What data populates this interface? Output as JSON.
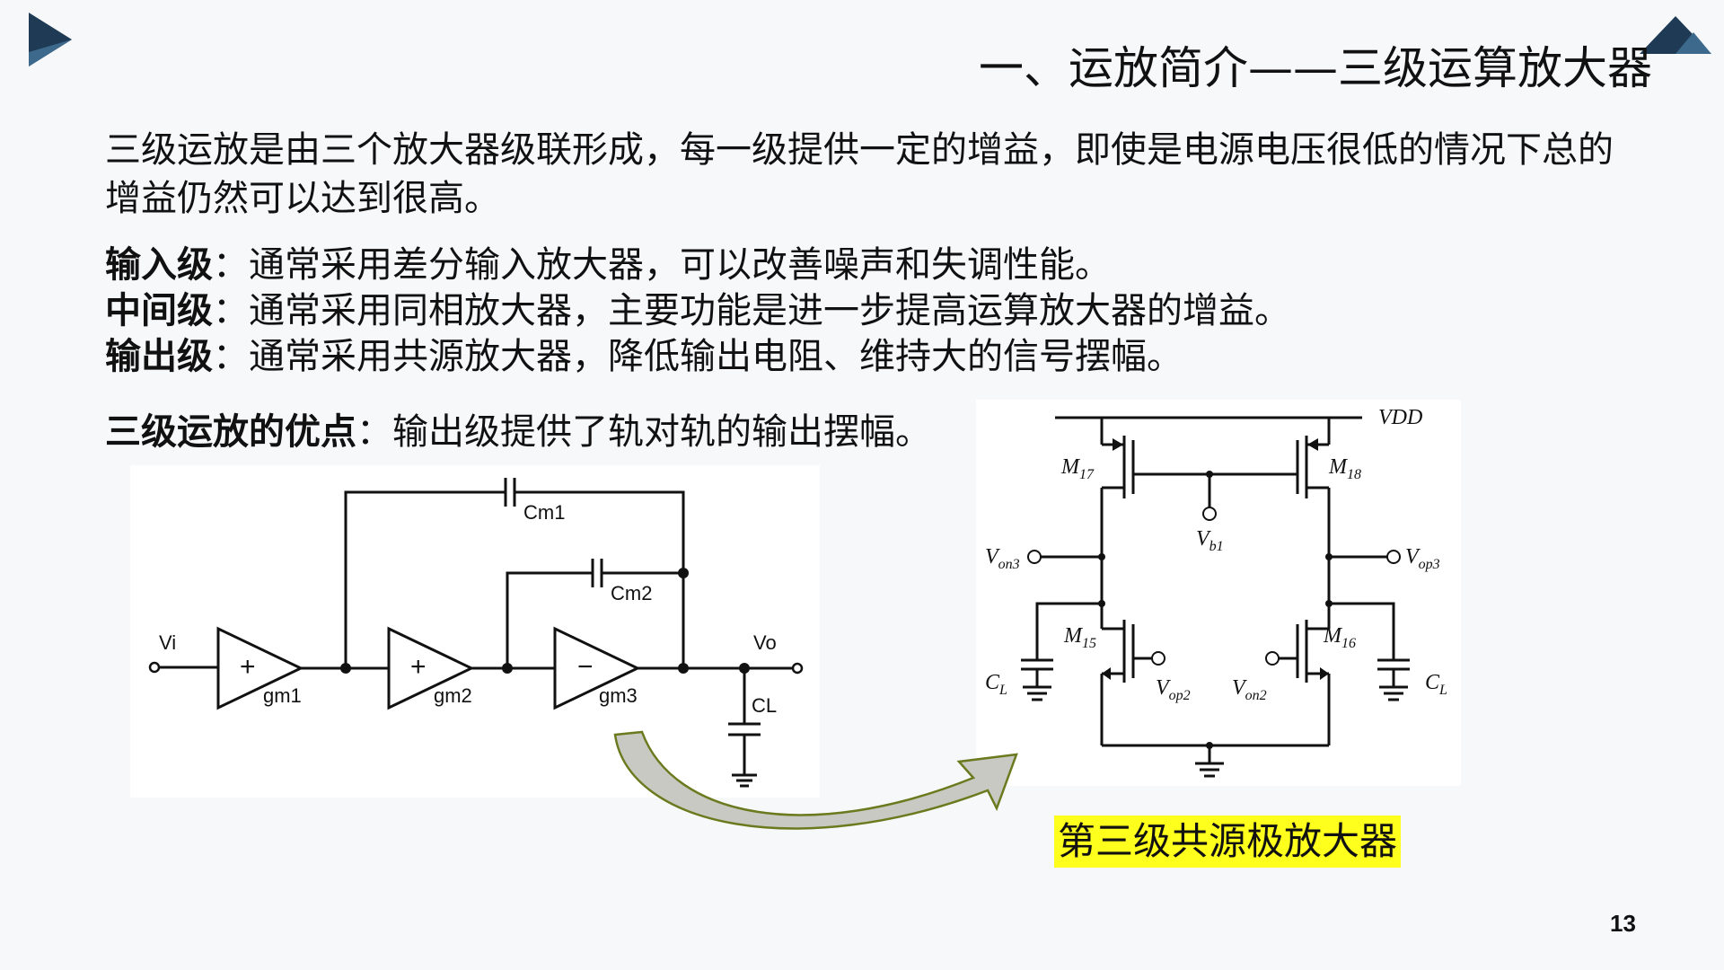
{
  "title": "一、运放简介——三级运算放大器",
  "intro": "三级运放是由三个放大器级联形成，每一级提供一定的增益，即使是电源电压很低的情况下总的增益仍然可以达到很高。",
  "stages": [
    {
      "name": "输入级",
      "sep": "：",
      "desc": "通常采用差分输入放大器，可以改善噪声和失调性能。"
    },
    {
      "name": "中间级",
      "sep": "：",
      "desc": "通常采用同相放大器，主要功能是进一步提高运算放大器的增益。"
    },
    {
      "name": "输出级",
      "sep": "：",
      "desc": "通常采用共源放大器，降低输出电阻、维持大的信号摆幅。"
    }
  ],
  "advantage": {
    "name": "三级运放的优点",
    "sep": "：",
    "desc": "输出级提供了轨对轨的输出摆幅。"
  },
  "left_diagram": {
    "vi": "Vi",
    "vo": "Vo",
    "cm1": "Cm1",
    "cm2": "Cm2",
    "cl": "CL",
    "gm1": "gm1",
    "gm2": "gm2",
    "gm3": "gm3",
    "plus": "+",
    "minus": "−"
  },
  "right_diagram": {
    "vdd": "VDD",
    "m17": "M",
    "m17_sub": "17",
    "m18": "M",
    "m18_sub": "18",
    "m15": "M",
    "m15_sub": "15",
    "m16": "M",
    "m16_sub": "16",
    "vb1": "V",
    "vb1_sub": "b1",
    "von3": "V",
    "von3_sub": "on3",
    "vop3": "V",
    "vop3_sub": "op3",
    "vop2": "V",
    "vop2_sub": "op2",
    "von2": "V",
    "von2_sub": "on2",
    "cl": "C",
    "cl_sub": "L"
  },
  "highlight_label": "第三级共源极放大器",
  "page_number": "13",
  "colors": {
    "accent_dark": "#1f3a55",
    "highlight": "#ffff1e",
    "arrow_stroke": "#6b7a1e",
    "arrow_fill": "#c8c9c2"
  }
}
